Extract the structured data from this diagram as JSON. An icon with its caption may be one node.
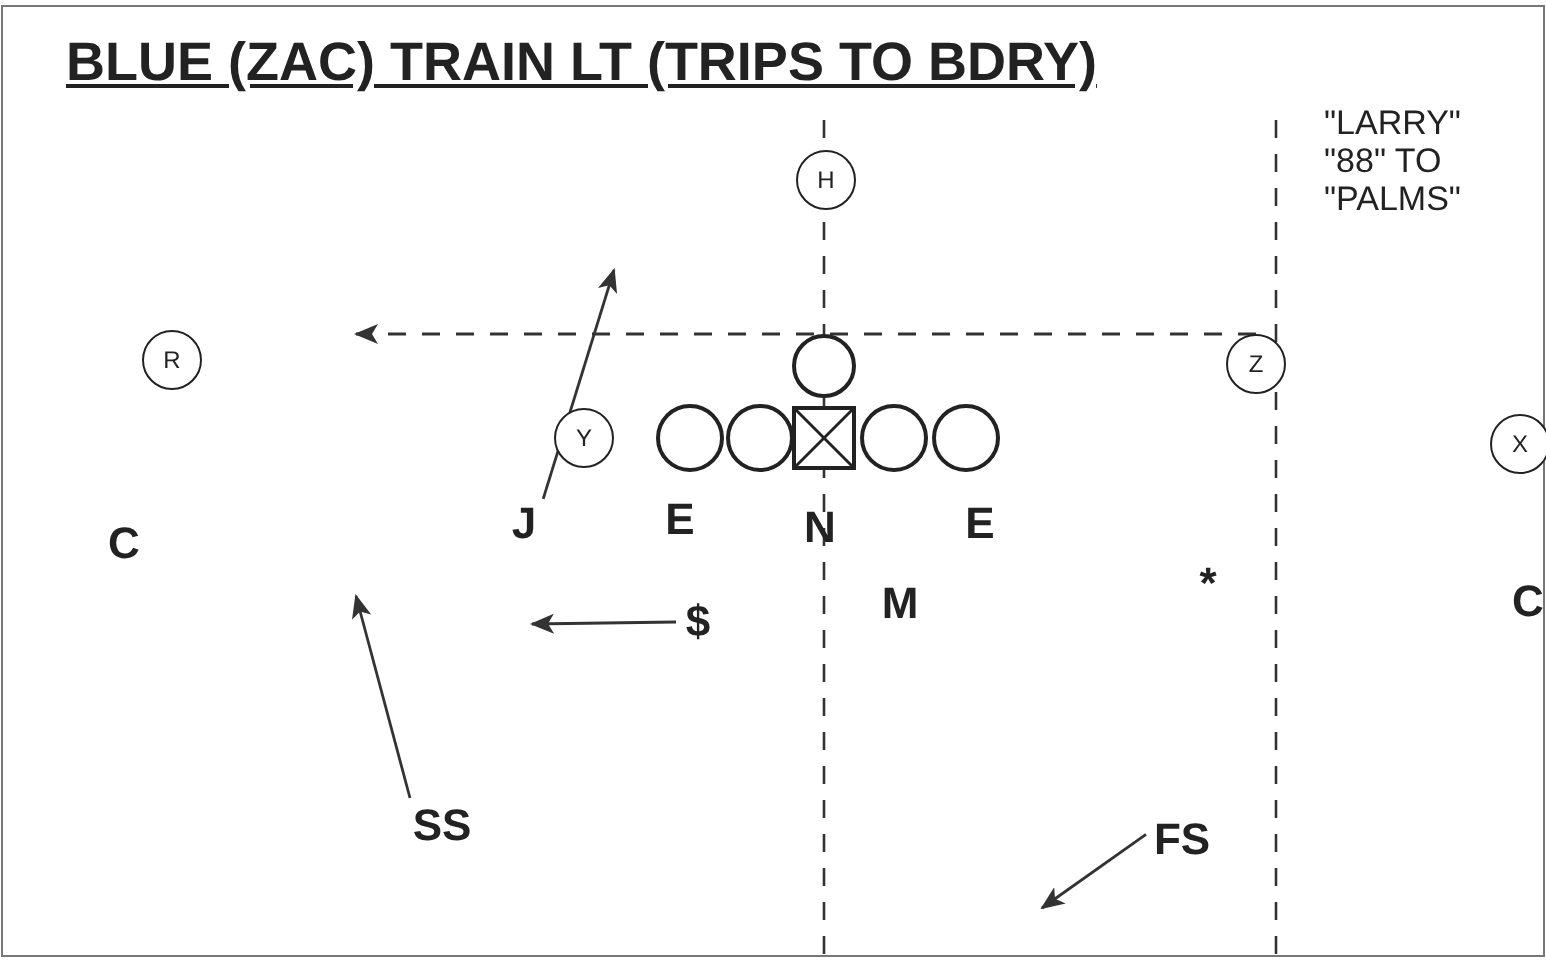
{
  "diagram": {
    "title": "BLUE (ZAC) TRAIN  LT (TRIPS TO BDRY)",
    "nodes": [
      {
        "text": [
          "H"
        ]
      },
      {
        "text": [
          "R"
        ]
      },
      {
        "text": [],
        "shape": "circle"
      },
      {
        "text": [
          "Z"
        ]
      },
      {
        "text": [
          "Y"
        ]
      },
      {
        "text": [],
        "shape": "circle"
      },
      {
        "text": [],
        "shape": "circle"
      },
      {
        "text": [],
        "shape": "box"
      },
      {
        "text": [],
        "shape": "circle"
      },
      {
        "text": [],
        "shape": "circle"
      },
      {
        "text": [
          "X"
        ]
      },
      {
        "text": [
          "C"
        ]
      },
      {
        "text": [
          "J"
        ]
      },
      {
        "text": [
          "E"
        ]
      },
      {
        "text": [
          "N"
        ]
      },
      {
        "text": [
          "E"
        ]
      },
      {
        "text": [
          "M"
        ]
      },
      {
        "text": [
          "$"
        ]
      },
      {
        "text": [
          "*"
        ]
      },
      {
        "text": [
          "C"
        ]
      },
      {
        "text": [
          "SS"
        ]
      },
      {
        "text": [
          "FS"
        ]
      }
    ],
    "edges": [
      {
        "from": 3,
        "to": null,
        "arrow": "to",
        "style": "dashed"
      },
      {
        "from": 12,
        "to": null,
        "arrow": "to"
      },
      {
        "from": 17,
        "to": null,
        "arrow": "to"
      },
      {
        "from": 20,
        "to": null,
        "arrow": "to"
      },
      {
        "from": 21,
        "to": null,
        "arrow": "to"
      }
    ],
    "labels": [
      "\"LARRY\" \"88\" TO \"PALMS\""
    ]
  }
}
